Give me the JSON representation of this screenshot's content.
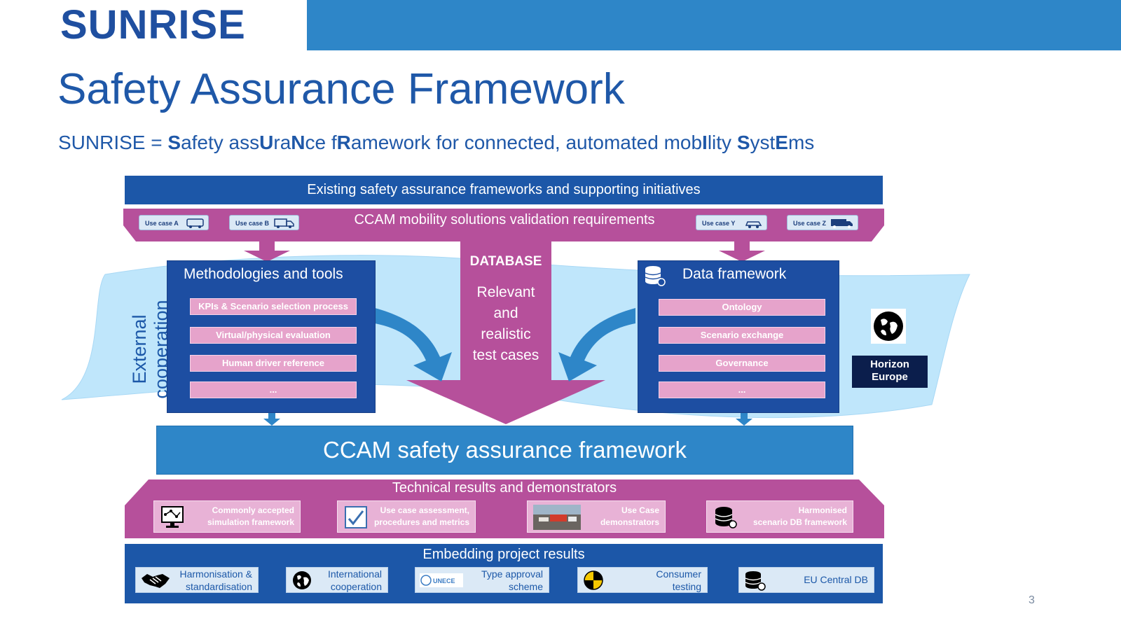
{
  "header": {
    "brand": "SUNRISE",
    "title": "Safety Assurance Framework",
    "subtitle_parts": [
      {
        "t": "SUNRISE = ",
        "b": false
      },
      {
        "t": "S",
        "b": true
      },
      {
        "t": "afety ass",
        "b": false
      },
      {
        "t": "U",
        "b": true
      },
      {
        "t": "ra",
        "b": false
      },
      {
        "t": "N",
        "b": true
      },
      {
        "t": "ce f",
        "b": false
      },
      {
        "t": "R",
        "b": true
      },
      {
        "t": "amework for connected, automated mob",
        "b": false
      },
      {
        "t": "I",
        "b": true
      },
      {
        "t": "lity ",
        "b": false
      },
      {
        "t": "S",
        "b": true
      },
      {
        "t": "yst",
        "b": false
      },
      {
        "t": "E",
        "b": true
      },
      {
        "t": "ms",
        "b": false
      }
    ]
  },
  "diagram": {
    "existing": "Existing safety assurance frameworks and supporting initiatives",
    "validation_requirements": "CCAM mobility solutions validation requirements",
    "use_cases": [
      "Use case A",
      "Use case B",
      "Use case Y",
      "Use case Z"
    ],
    "external_cooperation": [
      "External",
      "cooperation"
    ],
    "methodologies": {
      "title": "Methodologies and tools",
      "items": [
        "KPIs & Scenario selection process",
        "Virtual/physical evaluation",
        "Human driver reference",
        "..."
      ]
    },
    "database": {
      "label": "DATABASE",
      "text": [
        "Relevant",
        "and",
        "realistic",
        "test cases"
      ]
    },
    "data_framework": {
      "title": "Data framework",
      "items": [
        "Ontology",
        "Scenario exchange",
        "Governance",
        "..."
      ]
    },
    "horizon_europe": [
      "Horizon",
      "Europe"
    ],
    "ccam_framework": "CCAM safety assurance framework",
    "technical_results": {
      "title": "Technical results and demonstrators",
      "items": [
        {
          "lines": [
            "Commonly accepted",
            "simulation framework"
          ],
          "icon": "simulation-network-icon"
        },
        {
          "lines": [
            "Use case assessment,",
            "procedures and metrics"
          ],
          "icon": "checklist-chart-icon"
        },
        {
          "lines": [
            "Use Case",
            "demonstrators"
          ],
          "icon": "vehicle-photo-icon"
        },
        {
          "lines": [
            "Harmonised",
            "scenario DB framework"
          ],
          "icon": "database-icon"
        }
      ]
    },
    "embedding": {
      "title": "Embedding project results",
      "items": [
        {
          "lines": [
            "Harmonisation &",
            "standardisation"
          ],
          "icon": "handshake-icon"
        },
        {
          "lines": [
            "International",
            "cooperation"
          ],
          "icon": "globe-icon"
        },
        {
          "lines": [
            "Type approval",
            "scheme"
          ],
          "icon": "unece-logo-icon",
          "logo_text": "UNECE"
        },
        {
          "lines": [
            "Consumer",
            "testing"
          ],
          "icon": "crash-test-icon"
        },
        {
          "lines": [
            "EU Central DB"
          ],
          "icon": "database-icon"
        }
      ]
    }
  },
  "page_number": "3",
  "colors": {
    "dark_blue": "#1c57a8",
    "mid_blue": "#2e86c8",
    "magenta": "#b6509b",
    "pink_pill": "#e6a3cb",
    "light_blue_wave": "#bfe6fb"
  }
}
